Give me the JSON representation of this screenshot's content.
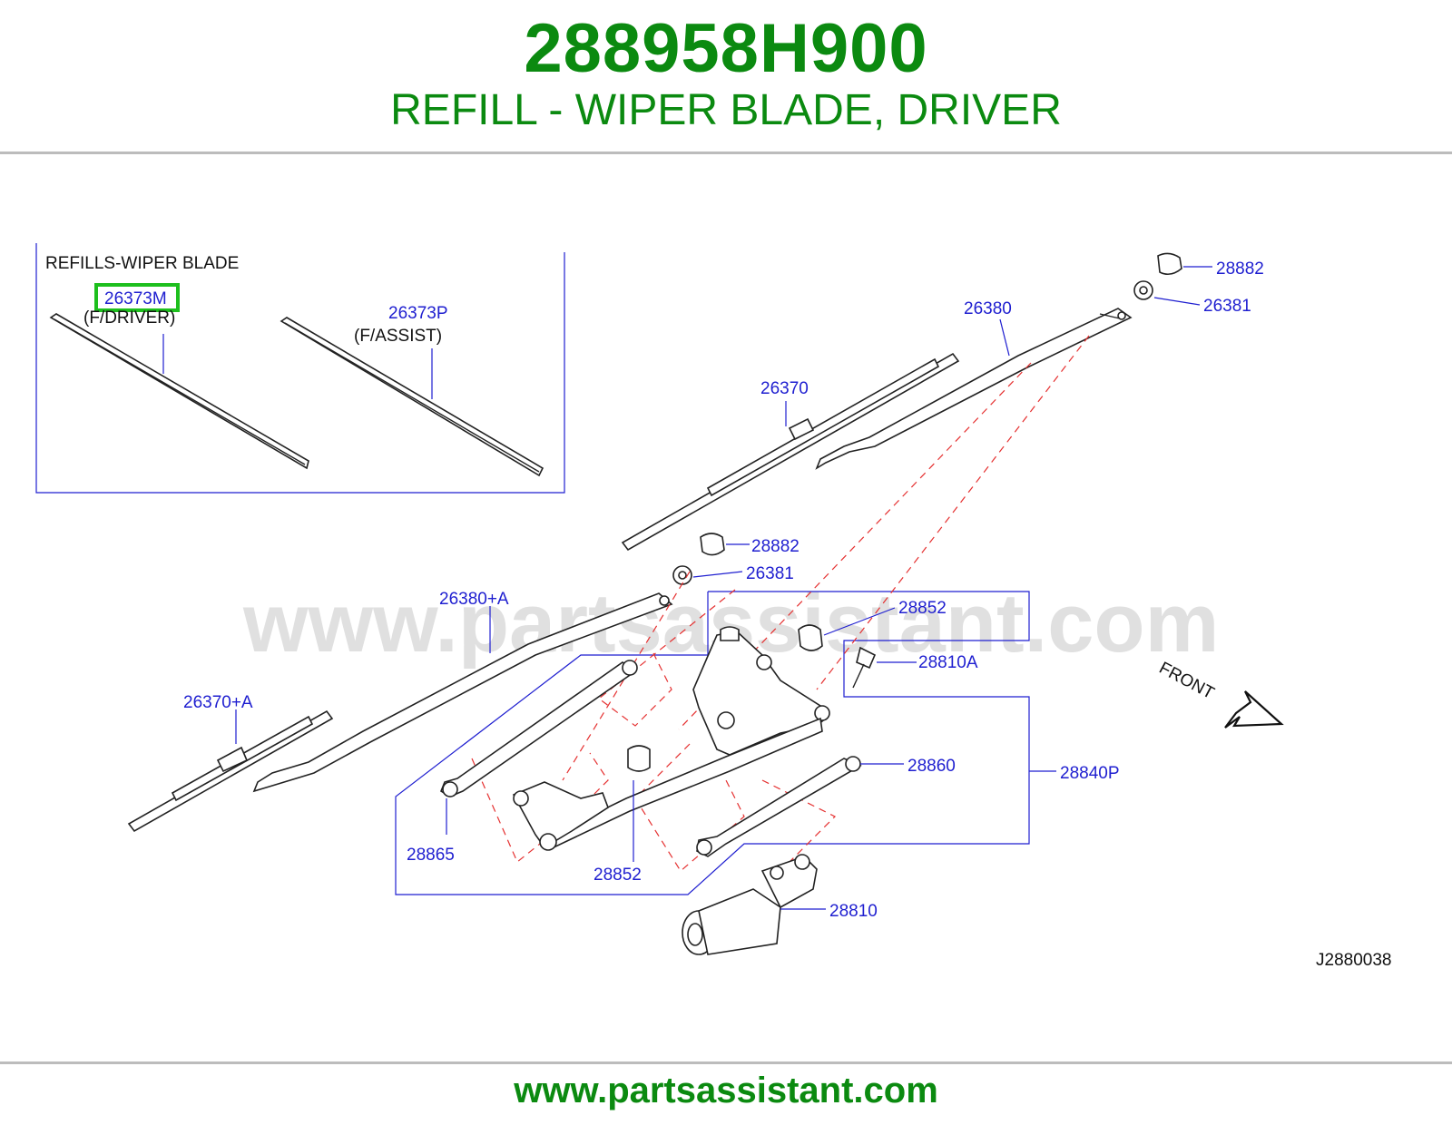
{
  "header": {
    "part_number": "288958H900",
    "description": "REFILL - WIPER BLADE, DRIVER"
  },
  "footer": {
    "url": "www.partsassistant.com"
  },
  "watermark": "www.partsassistant.com",
  "inset": {
    "title": "REFILLS-WIPER  BLADE",
    "driver_part": "26373M",
    "driver_note": "(F/DRIVER)",
    "assist_part": "26373P",
    "assist_note": "(F/ASSIST)"
  },
  "labels": {
    "p28882_top": "28882",
    "p26381_top": "26381",
    "p26380": "26380",
    "p26370": "26370",
    "p28882_mid": "28882",
    "p26381_mid": "26381",
    "p26380a": "26380+A",
    "p28852_top": "28852",
    "p28810a": "28810A",
    "p26370a": "26370+A",
    "p28860": "28860",
    "p28840p": "28840P",
    "p28865": "28865",
    "p28852_bottom": "28852",
    "p28810": "28810",
    "front": "FRONT",
    "diagram_code": "J2880038"
  },
  "colors": {
    "brand_green": "#0b8a10",
    "label_blue": "#1f1fd0",
    "highlight_green": "#1dbf1d",
    "dashed_red": "#e53030"
  }
}
